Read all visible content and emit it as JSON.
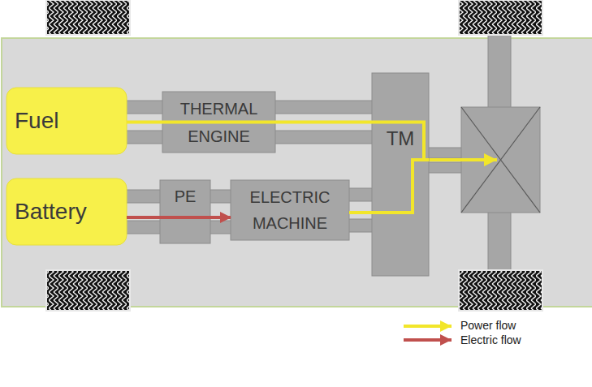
{
  "diagram": {
    "nodes": [
      {
        "text": [
          "Fuel"
        ]
      },
      {
        "text": [
          "THERMAL ENGINE"
        ]
      },
      {
        "text": [
          "Battery"
        ]
      },
      {
        "text": [
          "PE"
        ]
      },
      {
        "text": [
          "ELECTRIC MACHINE"
        ]
      },
      {
        "text": [
          "TM"
        ]
      }
    ],
    "edges": [
      {
        "from": 0,
        "to": 5,
        "arrow": "none"
      },
      {
        "from": 4,
        "to": 5,
        "arrow": "none"
      },
      {
        "from": 2,
        "to": 4,
        "arrow": "to"
      }
    ],
    "legend": [
      {
        "text": "Power flow"
      },
      {
        "text": "Electric flow"
      }
    ]
  }
}
